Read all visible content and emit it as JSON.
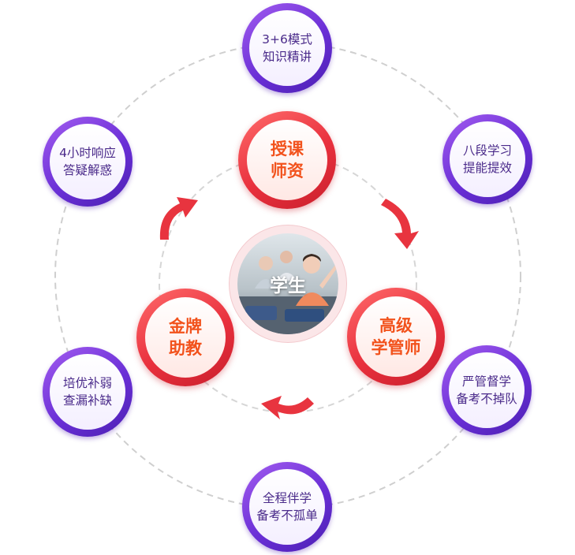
{
  "center": {
    "label": "学生"
  },
  "inner_nodes": [
    {
      "lines": [
        "授课",
        "师资"
      ]
    },
    {
      "lines": [
        "高级",
        "学管师"
      ]
    },
    {
      "lines": [
        "金牌",
        "助教"
      ]
    }
  ],
  "outer_nodes": [
    {
      "lines": [
        "3+6模式",
        "知识精讲"
      ]
    },
    {
      "lines": [
        "八段学习",
        "提能提效"
      ]
    },
    {
      "lines": [
        "严管督学",
        "备考不掉队"
      ]
    },
    {
      "lines": [
        "全程伴学",
        "备考不孤单"
      ]
    },
    {
      "lines": [
        "培优补弱",
        "查漏补缺"
      ]
    },
    {
      "lines": [
        "4小时响应",
        "答疑解惑"
      ]
    }
  ],
  "colors": {
    "outer_ring": "#7b3fe4",
    "inner_ring": "#e8303d",
    "outer_text": "#4a2a8a",
    "inner_text": "#f2521c",
    "arrow": "#e8343f",
    "dashed_circle": "#cfcfcf"
  },
  "icons": [
    "cycle-arrow-icon"
  ]
}
